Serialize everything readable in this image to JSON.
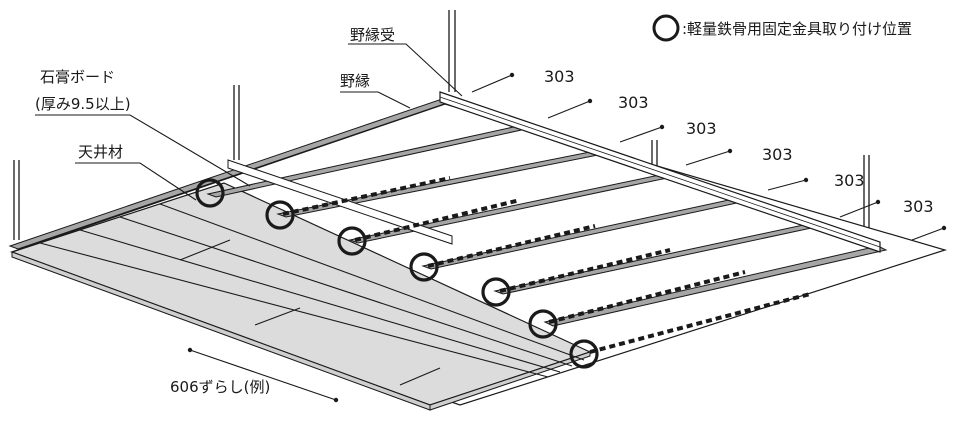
{
  "legend": {
    "marker": "circle",
    "text": ":軽量鉄骨用固定金具取り付け位置"
  },
  "labels": {
    "noen_uke": "野縁受",
    "noen": "野縁",
    "gypsum_line1": "石膏ボード",
    "gypsum_line2": "(厚み9.5以上)",
    "ceiling": "天井材",
    "offset": "606ずらし(例)"
  },
  "dimensions": [
    "303",
    "303",
    "303",
    "303",
    "303",
    "303"
  ],
  "colors": {
    "line": "#1a1a1a",
    "board": "#dcdcdc",
    "joist": "#a6a6a6",
    "marker": "#1a1a1a"
  }
}
